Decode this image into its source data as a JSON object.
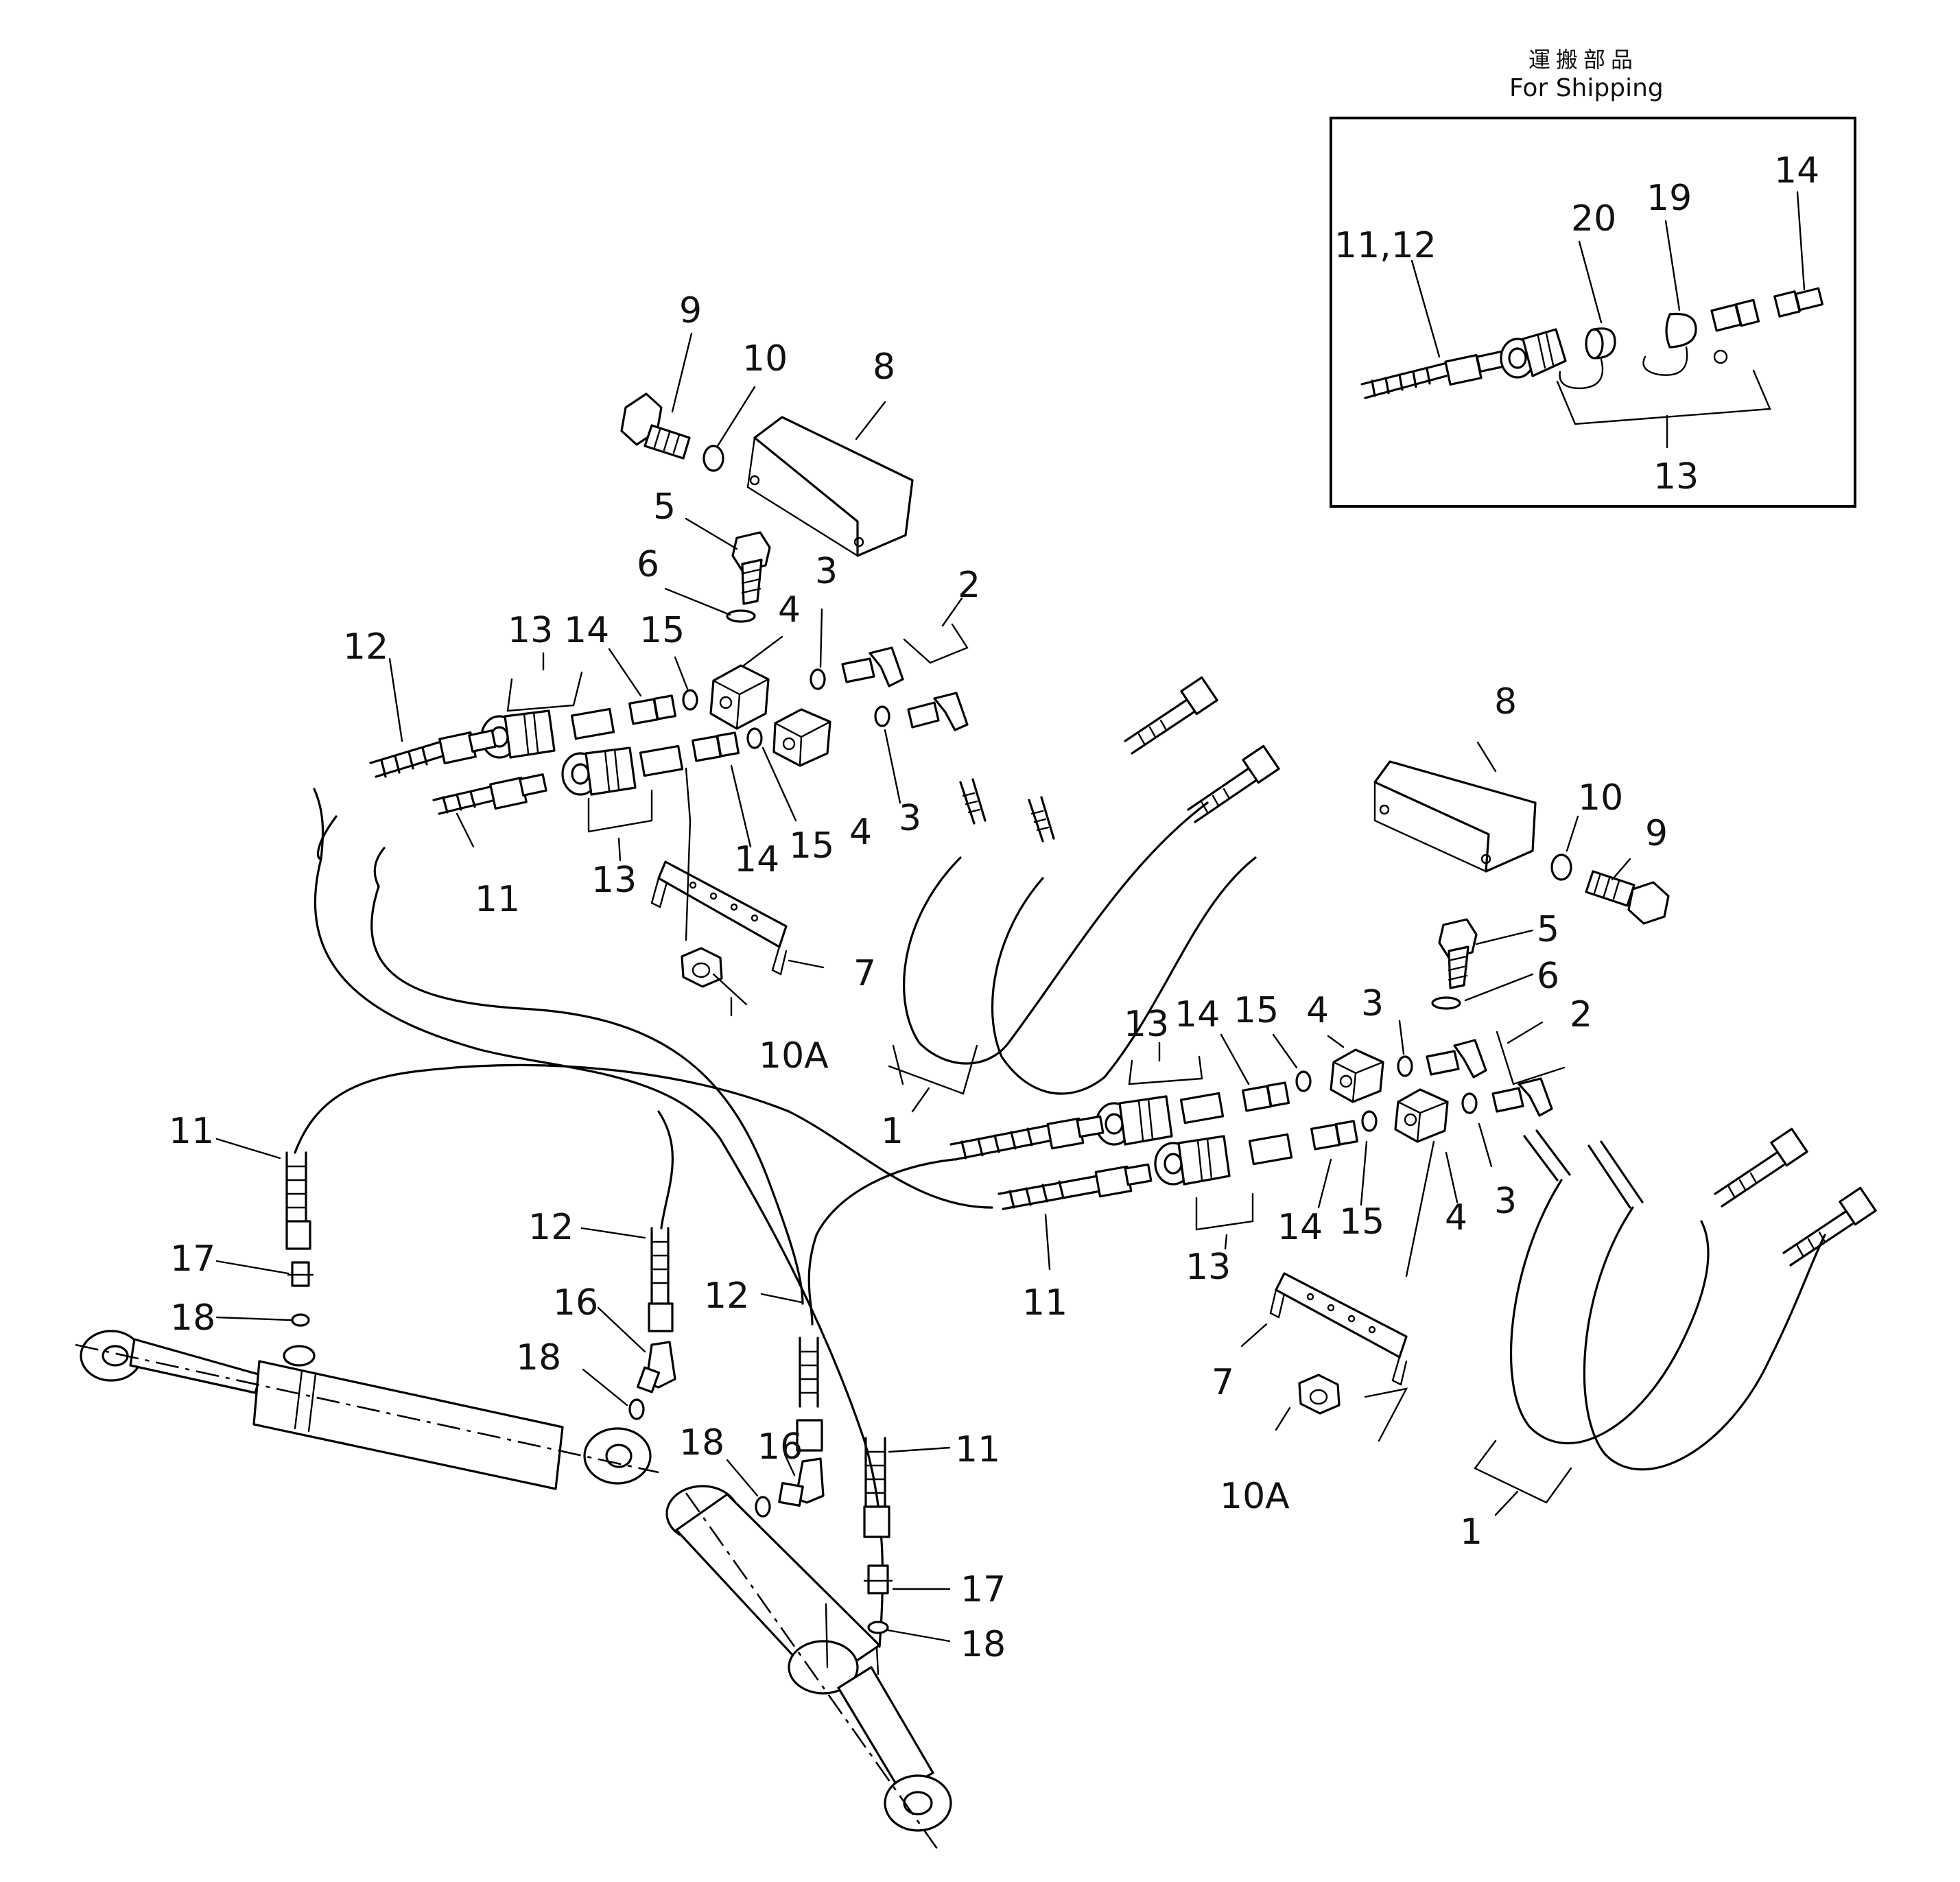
{
  "shipping": {
    "title_jp": "運搬部品",
    "title_en": "For Shipping",
    "labels": {
      "hose": "11,12",
      "cap20": "20",
      "cap19": "19",
      "nipple": "14",
      "coupler": "13"
    }
  },
  "left_group": {
    "bolt_9": "9",
    "washer_10": "10",
    "guard_8": "8",
    "bolt_5": "5",
    "washer_6": "6",
    "oring_3_upper": "3",
    "block_4_upper": "4",
    "elbow_2": "2",
    "coupler_13_upper": "13",
    "nipple_14_upper": "14",
    "oring_15_upper": "15",
    "hose_12": "12",
    "hose_11": "11",
    "oring_3_lower": "3",
    "block_4_lower": "4",
    "oring_15_lower": "15",
    "nipple_14_lower": "14",
    "coupler_13_lower": "13",
    "bracket_7": "7",
    "nut_10A": "10A",
    "hose_1": "1"
  },
  "right_group": {
    "guard_8": "8",
    "washer_10": "10",
    "bolt_9": "9",
    "bolt_5": "5",
    "washer_6": "6",
    "elbow_2": "2",
    "oring_3_upper": "3",
    "block_4_upper": "4",
    "oring_15_upper": "15",
    "nipple_14_upper": "14",
    "coupler_13_upper": "13",
    "hose_11": "11",
    "coupler_13_lower": "13",
    "nipple_14_lower": "14",
    "oring_15_lower": "15",
    "block_4_lower": "4",
    "oring_3_lower": "3",
    "bracket_7": "7",
    "nut_10A": "10A",
    "hose_1": "1"
  },
  "cylinders": {
    "hose_11_left": "11",
    "fitting_17_left": "17",
    "oring_18_left": "18",
    "hose_12_left": "12",
    "elbow_16_left": "16",
    "oring_18_mid": "18",
    "hose_12_right": "12",
    "elbow_16_right": "16",
    "oring_18_right": "18",
    "hose_11_right": "11",
    "fitting_17_right": "17",
    "oring_18_bottom": "18"
  }
}
